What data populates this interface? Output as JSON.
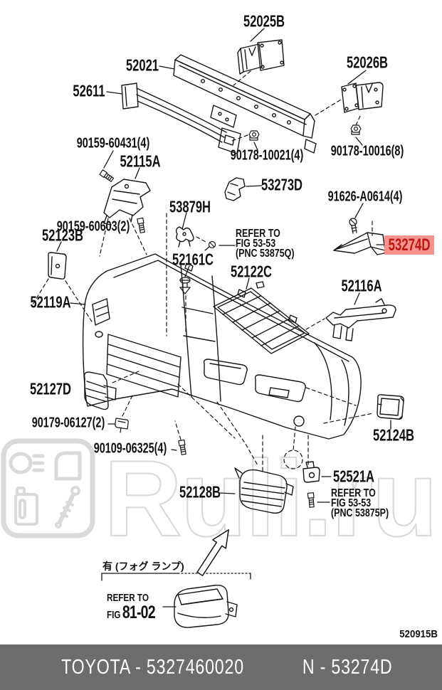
{
  "page": {
    "watermark_text": "Ruli.ru",
    "figure_code": "520915B",
    "footer": {
      "left_text": "TOYOTA - 5327460020",
      "right_text": "N - 53274D"
    },
    "highlight_colors": {
      "background": "#f7928e",
      "text": "#bb1a10"
    }
  },
  "callouts": [
    {
      "id": "52025B",
      "text": "52025B",
      "highlighted": false
    },
    {
      "id": "52021",
      "text": "52021",
      "highlighted": false
    },
    {
      "id": "52026B",
      "text": "52026B",
      "highlighted": false
    },
    {
      "id": "52611",
      "text": "52611",
      "highlighted": false
    },
    {
      "id": "90159-60431",
      "text": "90159-60431(4)",
      "highlighted": false
    },
    {
      "id": "52115A",
      "text": "52115A",
      "highlighted": false
    },
    {
      "id": "90178-10021",
      "text": "90178-10021(4)",
      "highlighted": false
    },
    {
      "id": "90178-10016",
      "text": "90178-10016(8)",
      "highlighted": false
    },
    {
      "id": "53273D",
      "text": "53273D",
      "highlighted": false
    },
    {
      "id": "91626-A0614",
      "text": "91626-A0614(4)",
      "highlighted": false
    },
    {
      "id": "53879H",
      "text": "53879H",
      "highlighted": false
    },
    {
      "id": "90159-60603",
      "text": "90159-60603(2)",
      "highlighted": false
    },
    {
      "id": "52123B",
      "text": "52123B",
      "highlighted": false
    },
    {
      "id": "52161C",
      "text": "52161C",
      "highlighted": false
    },
    {
      "id": "52122C",
      "text": "52122C",
      "highlighted": false
    },
    {
      "id": "52116A",
      "text": "52116A",
      "highlighted": false
    },
    {
      "id": "52119A",
      "text": "52119A",
      "highlighted": false
    },
    {
      "id": "52127D",
      "text": "52127D",
      "highlighted": false
    },
    {
      "id": "90179-06127",
      "text": "90179-06127(2)",
      "highlighted": false
    },
    {
      "id": "90109-06325",
      "text": "90109-06325(4)",
      "highlighted": false
    },
    {
      "id": "52124B",
      "text": "52124B",
      "highlighted": false
    },
    {
      "id": "52521A",
      "text": "52521A",
      "highlighted": false
    },
    {
      "id": "52128B",
      "text": "52128B",
      "highlighted": false
    },
    {
      "id": "53274D",
      "text": "53274D",
      "highlighted": true
    }
  ],
  "notes": {
    "q": {
      "line1": "REFER TO",
      "line2": "FIG 53-53",
      "line3": "(PNC 53875Q)"
    },
    "p": {
      "line1": "REFER TO",
      "line2": "FIG 53-53",
      "line3": "(PNC 53875P)"
    },
    "fog": {
      "line1": "REFER TO",
      "line2a": "FIG",
      "line2b": "81-02"
    },
    "fog_section": "有 (フォグ ランプ)"
  }
}
